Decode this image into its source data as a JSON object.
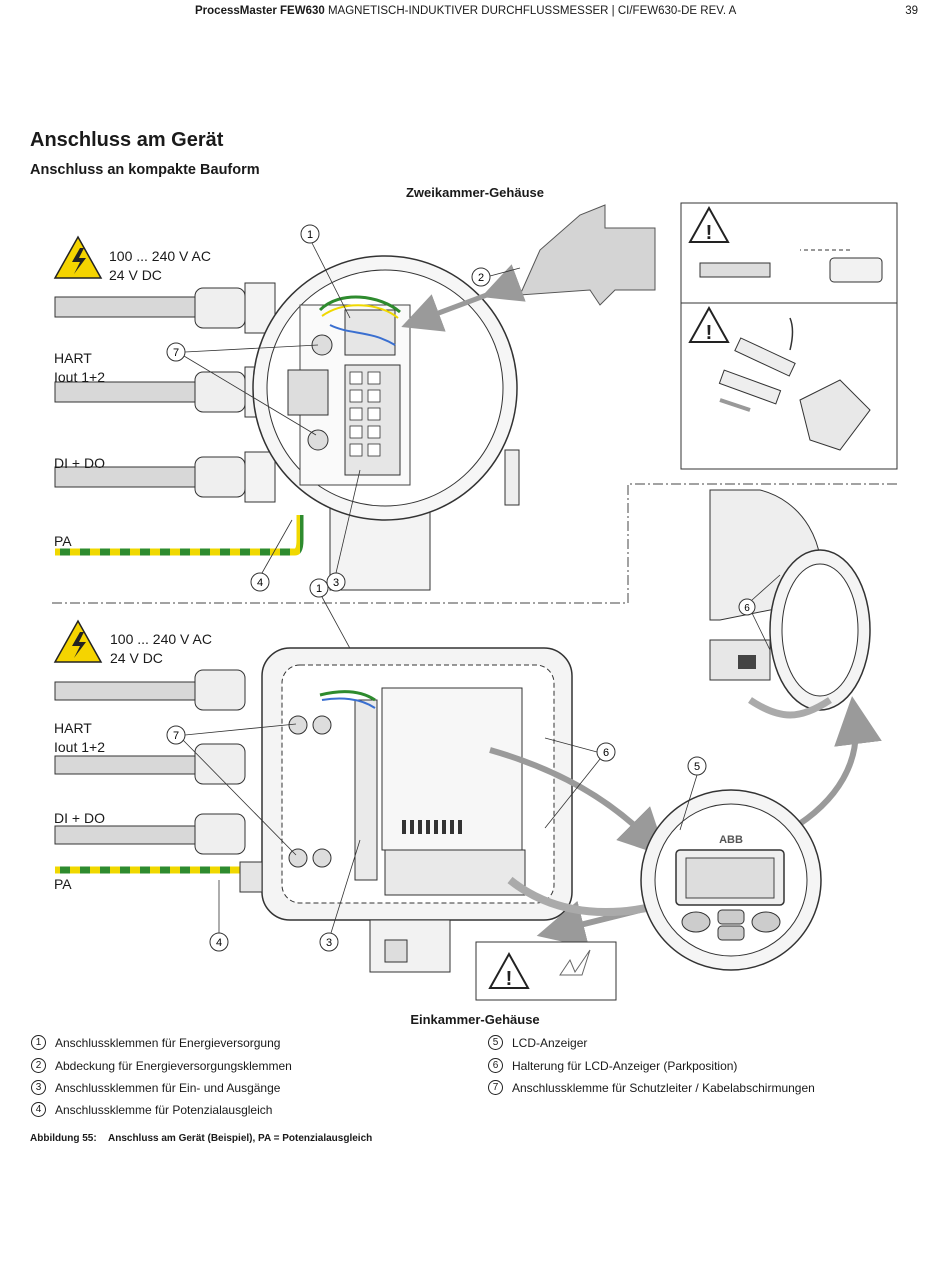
{
  "header": {
    "product": "ProcessMaster FEW630",
    "title_rest": "MAGNETISCH-INDUKTIVER DURCHFLUSSMESSER  |  CI/FEW630-DE REV. A",
    "page_number": "39"
  },
  "section_title": "Anschluss am Gerät",
  "subsection_title": "Anschluss an kompakte Bauform",
  "figure": {
    "top_caption": "Zweikammer-Gehäuse",
    "bottom_caption": "Einkammer-Gehäuse",
    "top_labels": {
      "power": "100 ... 240 V AC",
      "power2": "24 V DC",
      "hart": "HART",
      "iout": "Iout 1+2",
      "dido": "DI + DO",
      "pa": "PA"
    },
    "bottom_labels": {
      "power": "100 ... 240 V AC",
      "power2": "24 V DC",
      "hart": "HART",
      "iout": "Iout 1+2",
      "dido": "DI + DO",
      "pa": "PA"
    },
    "callouts": [
      "1",
      "2",
      "3",
      "4",
      "5",
      "6",
      "7"
    ],
    "lcd_brand": "ABB",
    "colors": {
      "earth_green": "#2e8b2e",
      "earth_yellow": "#f0d800",
      "warning_yellow": "#f5d400",
      "arrow_grey": "#9a9a9a"
    }
  },
  "legend": {
    "left": [
      {
        "num": "1",
        "text": "Anschlussklemmen für Energieversorgung"
      },
      {
        "num": "2",
        "text": "Abdeckung für Energieversorgungsklemmen"
      },
      {
        "num": "3",
        "text": "Anschlussklemmen für Ein- und Ausgänge"
      },
      {
        "num": "4",
        "text": "Anschlussklemme für Potenzialausgleich"
      }
    ],
    "right": [
      {
        "num": "5",
        "text": "LCD-Anzeiger"
      },
      {
        "num": "6",
        "text": "Halterung für LCD-Anzeiger (Parkposition)"
      },
      {
        "num": "7",
        "text": "Anschlussklemme für Schutzleiter / Kabelabschirmungen"
      }
    ]
  },
  "figure_caption": {
    "label": "Abbildung 55:",
    "text": "Anschluss am Gerät (Beispiel), PA = Potenzialausgleich"
  }
}
